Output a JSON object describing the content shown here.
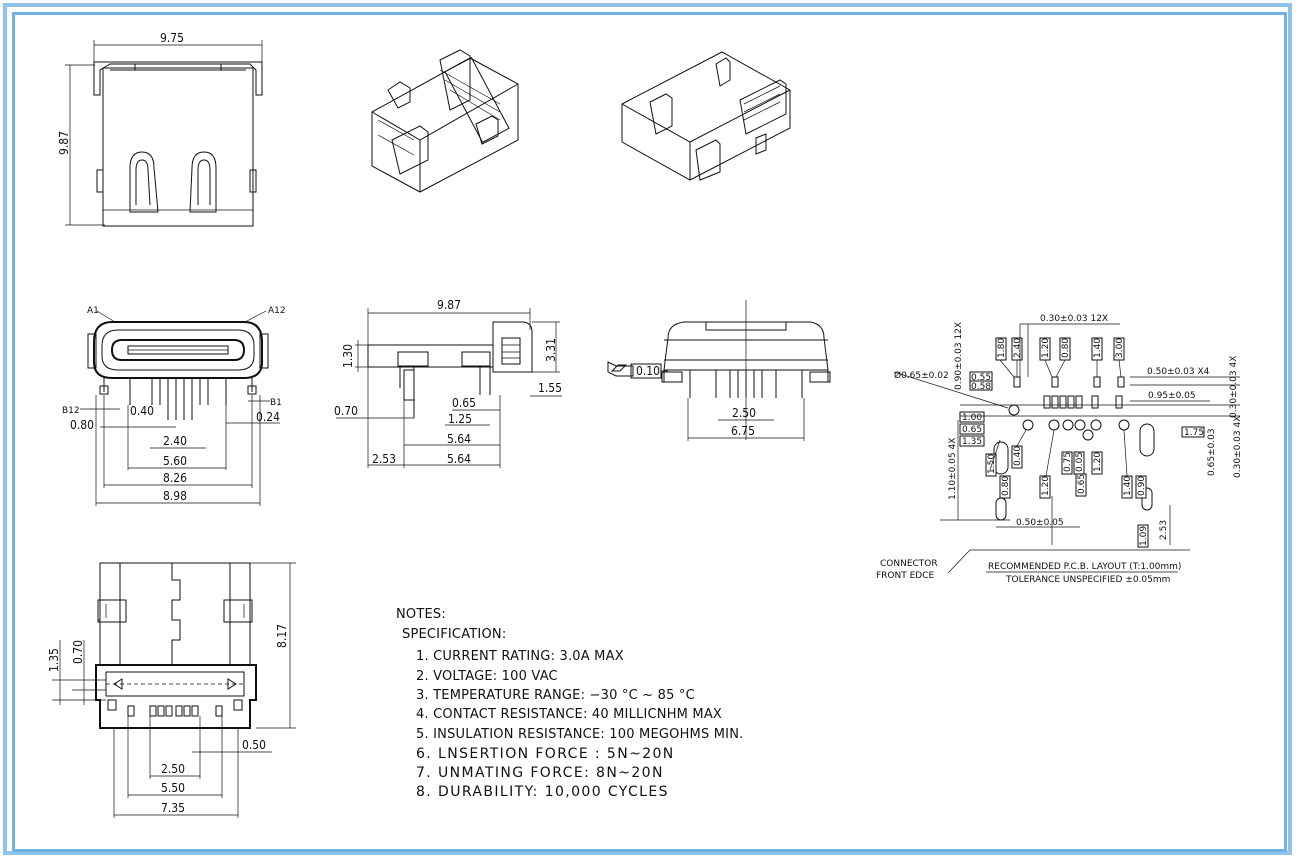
{
  "frame": {
    "border_color": "#8fc3ea",
    "inner_color": "#6fb2e3"
  },
  "top_view": {
    "width": "9.75",
    "height": "9.87"
  },
  "front_view": {
    "pin_a1": "A1",
    "pin_a12": "A12",
    "pin_b12": "B12",
    "pin_b1": "B1",
    "d_040": "0.40",
    "d_080": "0.80",
    "d_024": "0.24",
    "d_240": "2.40",
    "d_560": "5.60",
    "d_826": "8.26",
    "d_898": "8.98"
  },
  "side_view": {
    "width": "9.87",
    "d_130": "1.30",
    "d_331": "3.31",
    "d_155": "1.55",
    "d_070": "0.70",
    "d_065": "0.65",
    "d_125": "1.25",
    "d_564a": "5.64",
    "d_253": "2.53",
    "d_564b": "5.64"
  },
  "rear_view": {
    "flatness": "0.10",
    "d_250": "2.50",
    "d_675": "6.75"
  },
  "bottom_view": {
    "d_135": "1.35",
    "d_070": "0.70",
    "d_817": "8.17",
    "d_050": "0.50",
    "d_250": "2.50",
    "d_550": "5.50",
    "d_735": "7.35"
  },
  "pcb": {
    "d_030_12x": "0.30±0.03  12X",
    "d_090": "0.90±0.03  12X",
    "d_065dia": "Ø0.65±0.02",
    "d_050x4": "0.50±0.03  X4",
    "d_095": "0.95±0.05",
    "d_030_4x": "0.30±0.03  4X",
    "d_065_v": "0.65±0.03",
    "d_110": "1.10±0.05  4X",
    "d_050_05": "0.50±0.05",
    "d_175": "1.75",
    "d_253": "2.53",
    "d_109": "1.09",
    "d_055": "0.55",
    "d_058": "0.58",
    "d_100": "1.00",
    "d_065": "0.65",
    "d_135": "1.35",
    "d_180": "1.80",
    "d_240": "2.40",
    "d_120a": "1.20",
    "d_080": "0.80",
    "d_140": "1.40",
    "d_300": "3.00",
    "d_150": "1.50",
    "d_040": "0.40",
    "d_080b": "0.80",
    "d_120b": "1.20",
    "d_075": "0.75",
    "d_005": "0.05",
    "d_065b": "0.65",
    "d_120c": "1.20",
    "d_140b": "1.40",
    "d_090b": "0.90",
    "connector_edge_1": "CONNECTOR",
    "connector_edge_2": "FRONT EDCE",
    "layout_title": "RECOMMENDED   P.C.B.  LAYOUT  (T:1.00mm)",
    "tolerance": "TOLERANCE  UNSPECIFIED  ±0.05mm"
  },
  "notes": {
    "title": "NOTES:",
    "spec": "SPECIFICATION:",
    "items": [
      "1.  CURRENT  RATING:  3.0A  MAX",
      "2.  VOLTAGE:  100  VAC",
      "3.  TEMPERATURE  RANGE:  −30  °C  ~  85  °C",
      "4.  CONTACT  RESISTANCE:  40  MILLICNHM  MAX",
      "5.  INSULATION  RESISTANCE:  100  MEGOHMS  MIN.",
      "6.  LNSERTION  FORCE  :  5N~20N",
      "7.  UNMATING  FORCE:  8N~20N",
      "8.  DURABILITY:    10,000  CYCLES"
    ]
  }
}
